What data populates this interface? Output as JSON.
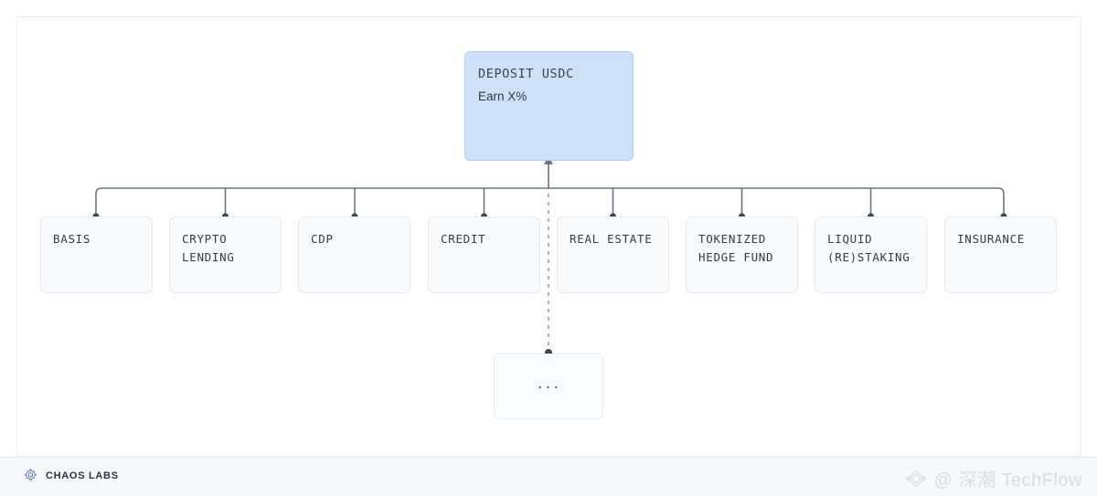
{
  "diagram": {
    "root": {
      "title": "DEPOSIT USDC",
      "subtitle": "Earn X%"
    },
    "leaves": [
      {
        "label": "BASIS"
      },
      {
        "label": "CRYPTO\nLENDING"
      },
      {
        "label": "CDP"
      },
      {
        "label": "CREDIT"
      },
      {
        "label": "REAL ESTATE"
      },
      {
        "label": "TOKENIZED\nHEDGE FUND"
      },
      {
        "label": "LIQUID\n(RE)STAKING"
      },
      {
        "label": "INSURANCE"
      }
    ],
    "more_node": {
      "label": "..."
    },
    "colors": {
      "root_fill": "#cfe1f8",
      "root_border": "#b7cdea",
      "leaf_fill": "#f9fafb",
      "leaf_border": "#e9ecef",
      "edge": "#6b7682",
      "connector_dot": "#3d4855"
    }
  },
  "footer": {
    "brand": "CHAOS LABS",
    "brand_icon": "chaos-labs-clover-icon",
    "watermark": "@ 深潮 TechFlow",
    "watermark_icon": "diamond-logo-icon"
  }
}
